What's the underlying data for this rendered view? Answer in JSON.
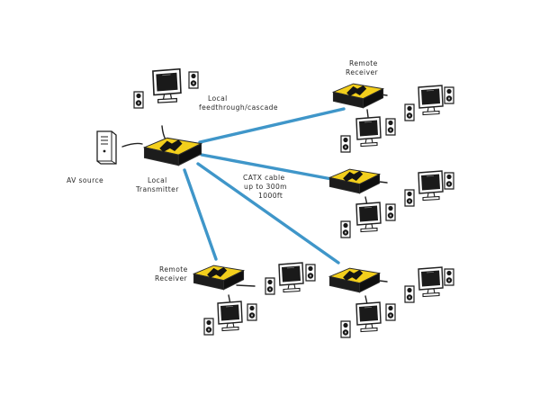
{
  "labels": {
    "av_source": "AV source",
    "local_transmitter": [
      "Local",
      "Transmitter"
    ],
    "local_feedthrough": [
      "Local",
      "feedthrough/cascade"
    ],
    "cable": [
      "CATX cable",
      "up to 300m",
      "1000ft"
    ],
    "remote_receiver_top": [
      "Remote",
      "Receiver"
    ],
    "remote_receiver_left": [
      "Remote",
      "Receiver"
    ]
  },
  "colors": {
    "cable": "#3f96c9",
    "unit_yellow": "#f3cf1c",
    "unit_body": "#1c1c1c",
    "outline": "#2b2b2b"
  }
}
